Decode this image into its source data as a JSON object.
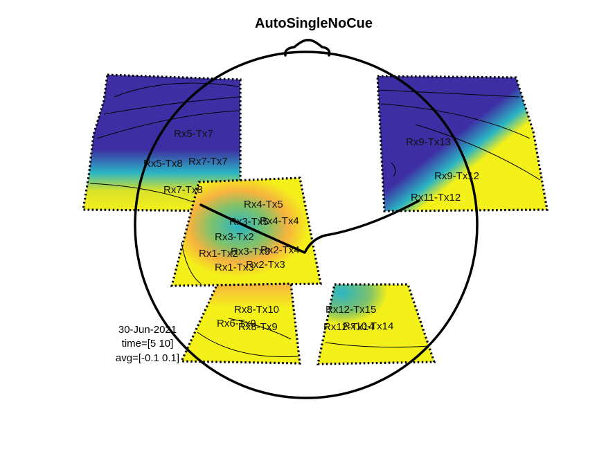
{
  "title": "AutoSingleNoCue",
  "info": {
    "date": "30-Jun-2021",
    "time": "time=[5 10]",
    "avg": "avg=[-0.1 0.1]"
  },
  "colors": {
    "low": "#3d2fa3",
    "mid": "#2bb5c4",
    "green": "#7fc26a",
    "orange": "#f7b33e",
    "high": "#f4f01a"
  },
  "chart_data": {
    "type": "heatmap",
    "title": "AutoSingleNoCue",
    "colormap": "parula",
    "color_range": [
      -0.1,
      0.1
    ],
    "channels": [
      "Rx5-Tx7",
      "Rx5-Tx8",
      "Rx7-Tx7",
      "Rx7-Tx8",
      "Rx9-Tx13",
      "Rx9-Tx12",
      "Rx11-Tx12",
      "Rx4-Tx5",
      "Rx3-Tx5",
      "Rx4-Tx4",
      "Rx3-Tx2",
      "Rx1-Tx2",
      "Rx3-Tx3",
      "Rx2-Tx4",
      "Rx1-Tx3",
      "Rx2-Tx3",
      "Rx8-Tx10",
      "Rx6-Tx9",
      "Rx8-Tx9",
      "Rx12-Tx15",
      "Rx12-Tx14",
      "Rx10-Tx14"
    ]
  }
}
